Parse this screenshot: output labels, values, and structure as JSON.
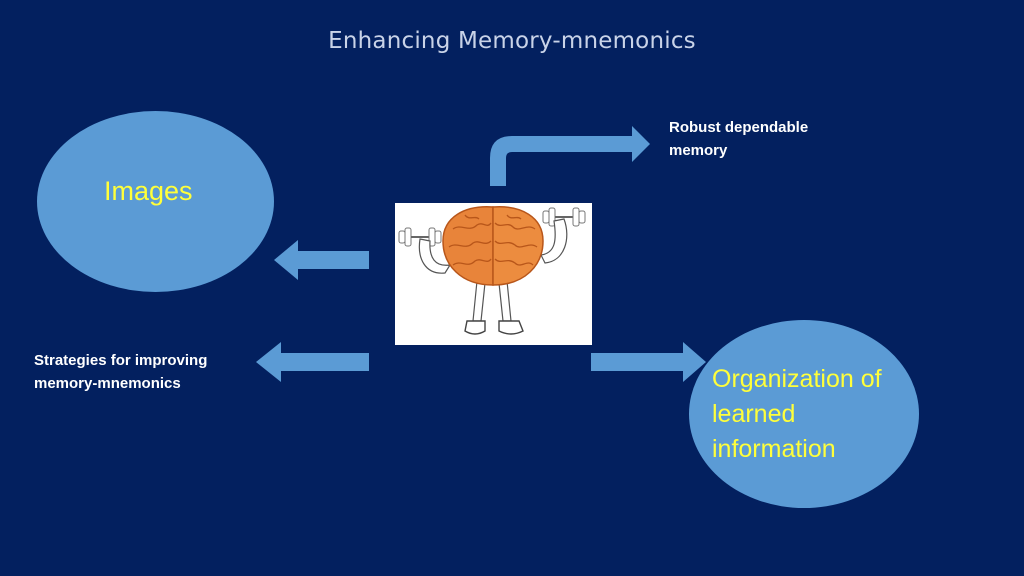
{
  "slide": {
    "title": "Enhancing Memory-mnemonics",
    "images_label": "Images",
    "robust_label_line1": "Robust dependable",
    "robust_label_line2": "memory",
    "strategies_label_line1": "Strategies for  improving",
    "strategies_label_line2": "memory-mnemonics",
    "organization_label_line1": "Organization of",
    "organization_label_line2": "learned",
    "organization_label_line3": "information"
  },
  "colors": {
    "background": "#03205f",
    "ellipse_fill": "#5b9bd5",
    "arrow_fill": "#5b9bd5",
    "highlight_text": "#ffff3a",
    "title_text": "#c9d3e8"
  },
  "illustration": {
    "icon": "brain-lifting-dumbbells-icon"
  }
}
